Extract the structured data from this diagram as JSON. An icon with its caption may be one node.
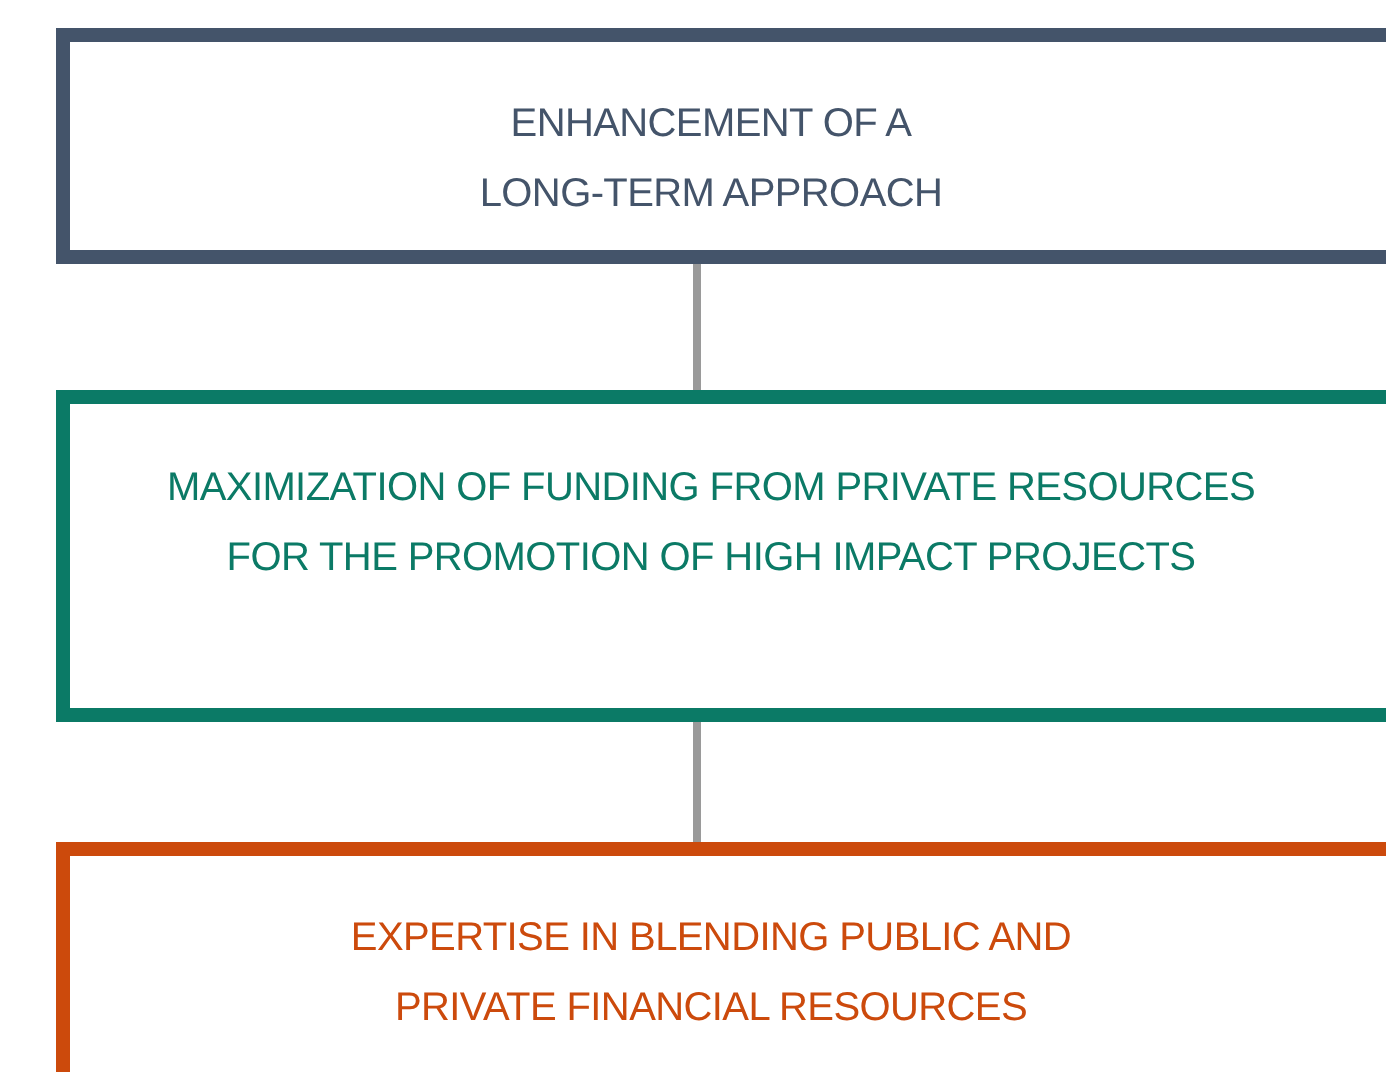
{
  "diagram": {
    "nodes": [
      {
        "text": [
          "ENHANCEMENT OF A LONG-TERM APPROACH"
        ]
      },
      {
        "text": [
          "MAXIMIZATION OF FUNDING FROM PRIVATE RESOURCES FOR THE PROMOTION OF HIGH IMPACT PROJECTS"
        ]
      },
      {
        "text": [
          "EXPERTISE IN BLENDING PUBLIC AND PRIVATE FINANCIAL RESOURCES"
        ]
      }
    ],
    "edges": [
      {
        "from": 0,
        "to": 1,
        "arrow": "none"
      },
      {
        "from": 1,
        "to": 2,
        "arrow": "none"
      }
    ]
  }
}
